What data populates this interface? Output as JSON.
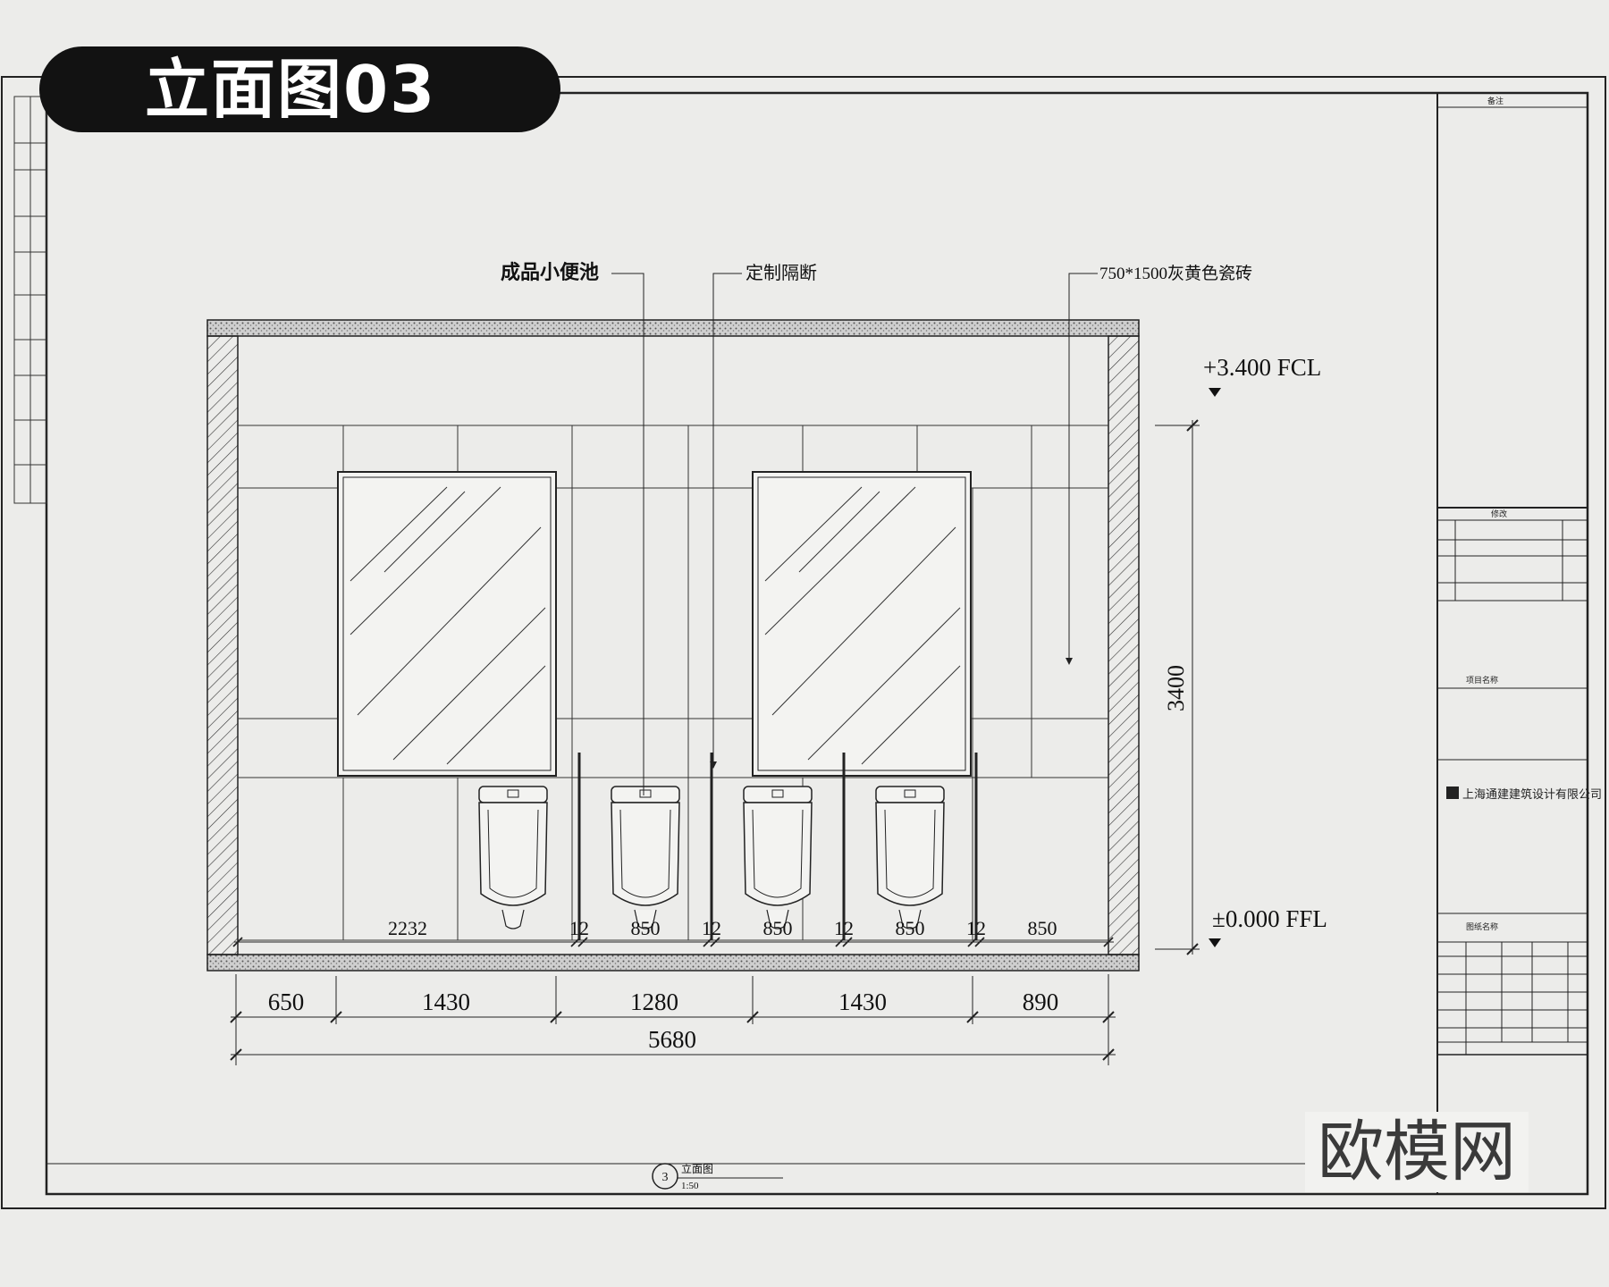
{
  "badge": {
    "title": "立面图03"
  },
  "annotations": {
    "urinal": "成品小便池",
    "partition": "定制隔断",
    "tile": "750*1500灰黄色瓷砖"
  },
  "levels": {
    "top": "+3.400  FCL",
    "bottom": "±0.000  FFL"
  },
  "dimensions": {
    "height": "3400",
    "floor_row": [
      "2232",
      "12",
      "850",
      "12",
      "850",
      "12",
      "850",
      "12",
      "850"
    ],
    "bottom_row": [
      "650",
      "1430",
      "1280",
      "1430",
      "890"
    ],
    "total": "5680"
  },
  "drawing_label": {
    "number": "3",
    "name": "立面图",
    "scale": "1:50"
  },
  "title_block": {
    "company": "上海通建建筑设计有限公司",
    "project": "项目名称",
    "drawing": "图纸名称",
    "revision": "修改",
    "notes": "备注"
  },
  "watermark": "欧模网"
}
